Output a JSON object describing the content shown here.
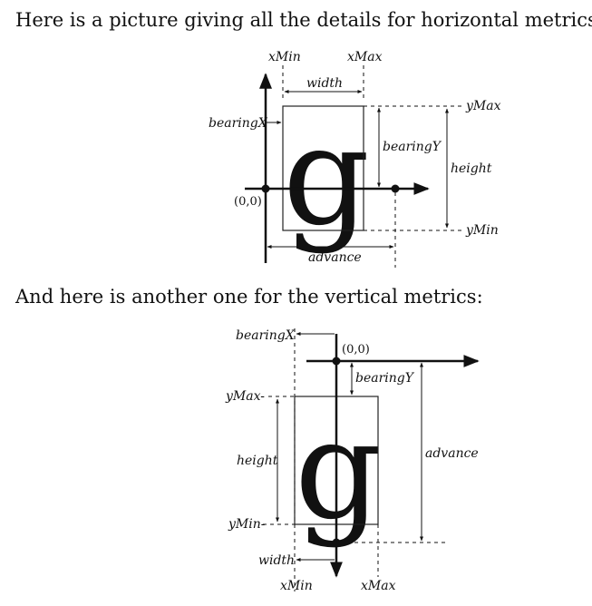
{
  "headings": {
    "horizontal": "Here is a picture giving all the details for horizontal metrics:",
    "vertical": "And here is another one for the vertical metrics:"
  },
  "horizontal_diagram": {
    "glyph": "g",
    "labels": {
      "xmin": "xMin",
      "xmax": "xMax",
      "width": "width",
      "bearing_x": "bearingX",
      "bearing_y": "bearingY",
      "height": "height",
      "ymax": "yMax",
      "ymin": "yMin",
      "origin": "(0,0)",
      "advance": "advance"
    }
  },
  "vertical_diagram": {
    "glyph": "g",
    "labels": {
      "bearing_x": "bearingX",
      "origin": "(0,0)",
      "bearing_y": "bearingY",
      "ymax": "yMax-",
      "height": "height",
      "ymin": "yMin-",
      "advance": "advance",
      "width": "width",
      "xmin": "xMin",
      "xmax": "xMax"
    }
  }
}
